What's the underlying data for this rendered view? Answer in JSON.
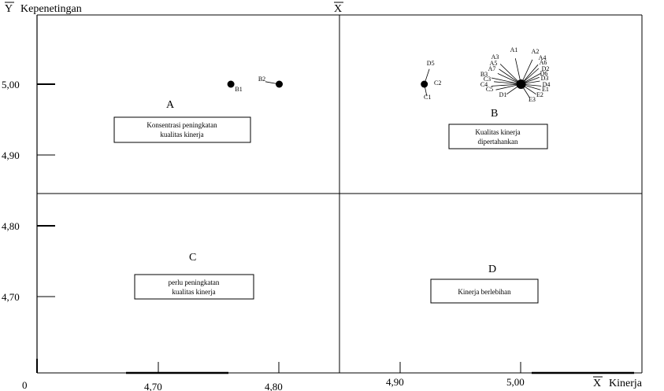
{
  "chart_data": {
    "type": "scatter",
    "title": "",
    "y_axis": {
      "symbol": "Y",
      "label": "Kepenetingan",
      "ticks": [
        "5,00",
        "4,90",
        "4,80",
        "4,70"
      ]
    },
    "x_axis": {
      "symbol": "X",
      "label": "Kinerja",
      "origin": "0",
      "ticks": [
        "4,70",
        "4,80",
        "4,90",
        "5,00"
      ]
    },
    "mean_line_label": "X",
    "quadrants": [
      {
        "id": "A",
        "description": [
          "Konsentrasi peningkatan",
          "kualitas kinerja"
        ]
      },
      {
        "id": "B",
        "description": [
          "Kualitas kinerja",
          "dipertahankan"
        ]
      },
      {
        "id": "C",
        "description": [
          "perlu peningkatan",
          "kualitas kinerja"
        ]
      },
      {
        "id": "D",
        "description": [
          "Kinerja berlebihan"
        ]
      }
    ],
    "points": [
      {
        "label": "B1",
        "x": 4.76,
        "y": 5.0
      },
      {
        "label": "B2",
        "x": 4.8,
        "y": 5.0
      },
      {
        "label": "C1",
        "x": 4.92,
        "y": 5.0
      },
      {
        "label": "C2",
        "x": 4.92,
        "y": 5.0
      },
      {
        "label": "D5",
        "x": 4.92,
        "y": 5.0
      },
      {
        "label": "A1",
        "x": 5.0,
        "y": 5.0
      },
      {
        "label": "A2",
        "x": 5.0,
        "y": 5.0
      },
      {
        "label": "A3",
        "x": 5.0,
        "y": 5.0
      },
      {
        "label": "A4",
        "x": 5.0,
        "y": 5.0
      },
      {
        "label": "A5",
        "x": 5.0,
        "y": 5.0
      },
      {
        "label": "A6",
        "x": 5.0,
        "y": 5.0
      },
      {
        "label": "A7",
        "x": 5.0,
        "y": 5.0
      },
      {
        "label": "B3",
        "x": 5.0,
        "y": 5.0
      },
      {
        "label": "C3",
        "x": 5.0,
        "y": 5.0
      },
      {
        "label": "C4",
        "x": 5.0,
        "y": 5.0
      },
      {
        "label": "C5",
        "x": 5.0,
        "y": 5.0
      },
      {
        "label": "D1",
        "x": 5.0,
        "y": 5.0
      },
      {
        "label": "D2",
        "x": 5.0,
        "y": 5.0
      },
      {
        "label": "D3",
        "x": 5.0,
        "y": 5.0
      },
      {
        "label": "D4",
        "x": 5.0,
        "y": 5.0
      },
      {
        "label": "D6",
        "x": 5.0,
        "y": 5.0
      },
      {
        "label": "E1",
        "x": 5.0,
        "y": 5.0
      },
      {
        "label": "E2",
        "x": 5.0,
        "y": 5.0
      },
      {
        "label": "E3",
        "x": 5.0,
        "y": 5.0
      }
    ],
    "marker_color": "#000000",
    "grid": false,
    "legend": "none"
  }
}
